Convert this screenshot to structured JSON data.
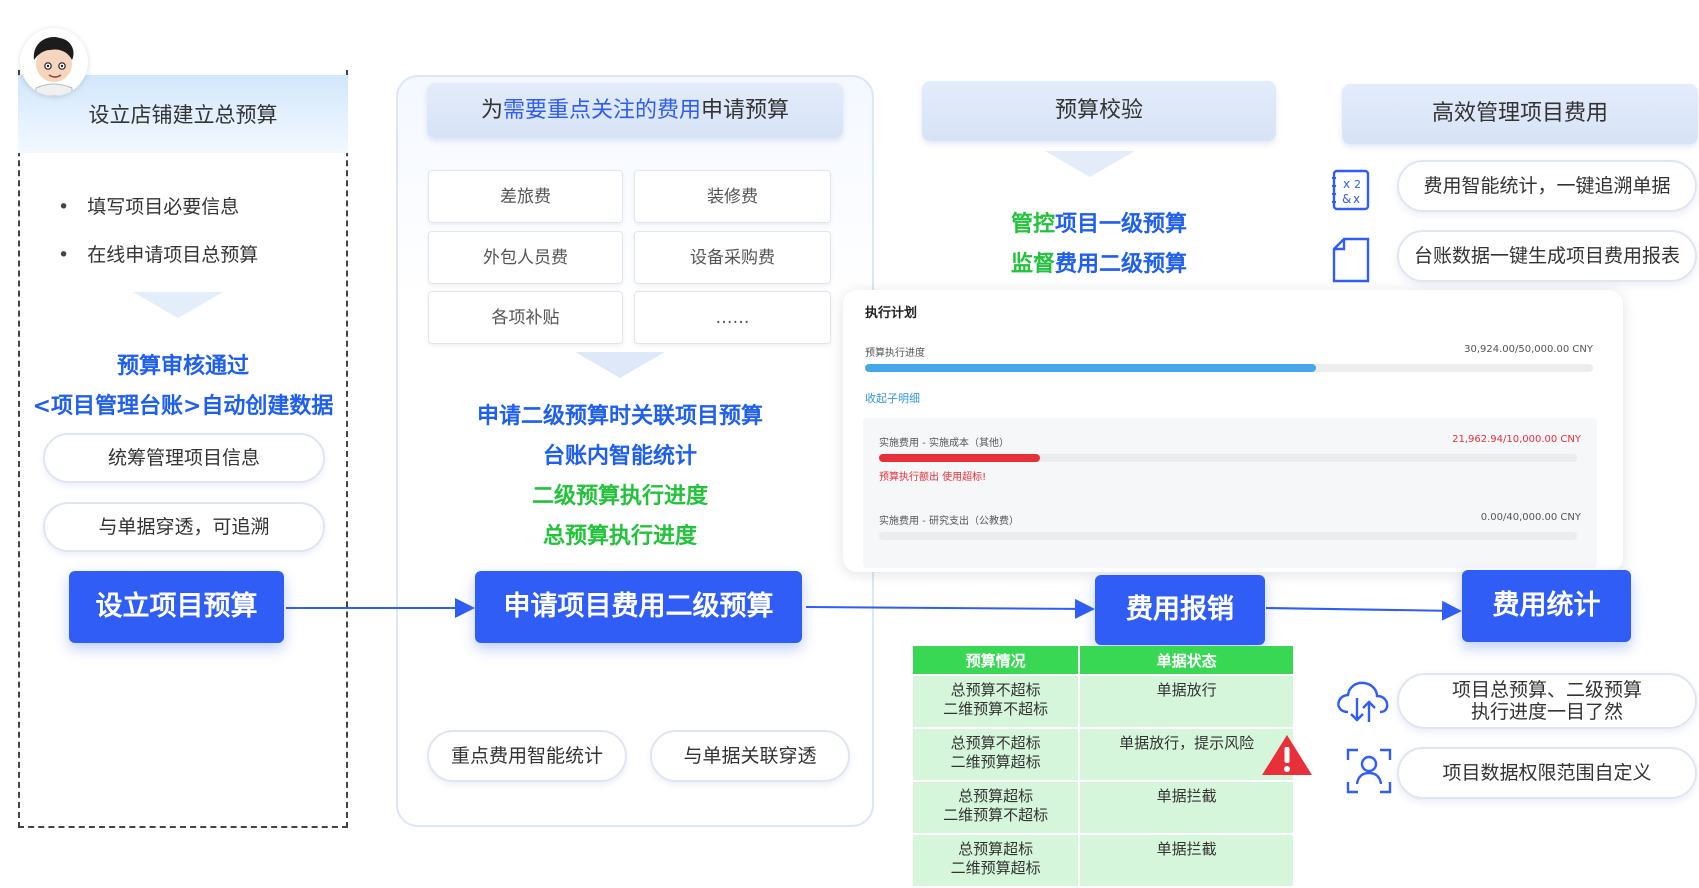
{
  "col1": {
    "header": "设立店铺建立总预算",
    "bullets": [
      "填写项目必要信息",
      "在线申请项目总预算"
    ],
    "highlight": [
      "预算审核通过",
      "<项目管理台账>自动创建数据"
    ],
    "pills": [
      "统筹管理项目信息",
      "与单据穿透，可追溯"
    ],
    "button": "设立项目预算"
  },
  "col2": {
    "header_prefix": "为",
    "header_highlight": "需要重点关注的费用",
    "header_suffix": "申请预算",
    "categories": [
      "差旅费",
      "装修费",
      "外包人员费",
      "设备采购费",
      "各项补贴",
      "……"
    ],
    "features": [
      "申请二级预算时关联项目预算",
      "台账内智能统计",
      "二级预算执行进度",
      "总预算执行进度"
    ],
    "button": "申请项目费用二级预算",
    "pills": [
      "重点费用智能统计",
      "与单据关联穿透"
    ]
  },
  "col3": {
    "header": "预算校验",
    "green1_prefix": "管控",
    "green1_suffix": "项目一级预算",
    "green2_prefix": "监督",
    "green2_suffix": "费用二级预算",
    "button": "费用报销",
    "card": {
      "title": "执行计划",
      "progress_label": "预算执行进度",
      "progress_value": "30,924.00/50,000.00 CNY",
      "progress_fraction": 0.62,
      "collapse_link": "收起子明细",
      "item1_label": "实施费用 - 实施成本（其他）",
      "item1_value": "21,962.94/10,000.00 CNY",
      "item1_fraction": 0.23,
      "item1_warning": "预算执行额出 使用超标!",
      "item2_label": "实施费用 - 研究支出（公教费）",
      "item2_value": "0.00/40,000.00 CNY",
      "item2_fraction": 0.0
    },
    "table": {
      "headers": [
        "预算情况",
        "单据状态"
      ],
      "rows": [
        {
          "budget1": "总预算不超标",
          "budget2": "二维预算不超标",
          "status": "单据放行"
        },
        {
          "budget1": "总预算不超标",
          "budget2": "二维预算超标",
          "status": "单据放行，提示风险"
        },
        {
          "budget1": "总预算超标",
          "budget2": "二维预算不超标",
          "status": "单据拦截"
        },
        {
          "budget1": "总预算超标",
          "budget2": "二维预算超标",
          "status": "单据拦截"
        }
      ]
    }
  },
  "col4": {
    "header": "高效管理项目费用",
    "features_top": [
      {
        "icon": "formula-icon",
        "text": "费用智能统计，一键追溯单据"
      },
      {
        "icon": "document-icon",
        "text": "台账数据一键生成项目费用报表"
      }
    ],
    "button": "费用统计",
    "features_bottom": [
      {
        "icon": "cloud-sync-icon",
        "text1": "项目总预算、二级预算",
        "text2": "执行进度一目了然"
      },
      {
        "icon": "user-scan-icon",
        "text1": "项目数据权限范围自定义"
      }
    ]
  },
  "colors": {
    "primary": "#2f5df5",
    "accent_blue": "#1f5fef",
    "green": "#22c33b",
    "table_green": "#39d854",
    "warning_red": "#e8303a"
  }
}
